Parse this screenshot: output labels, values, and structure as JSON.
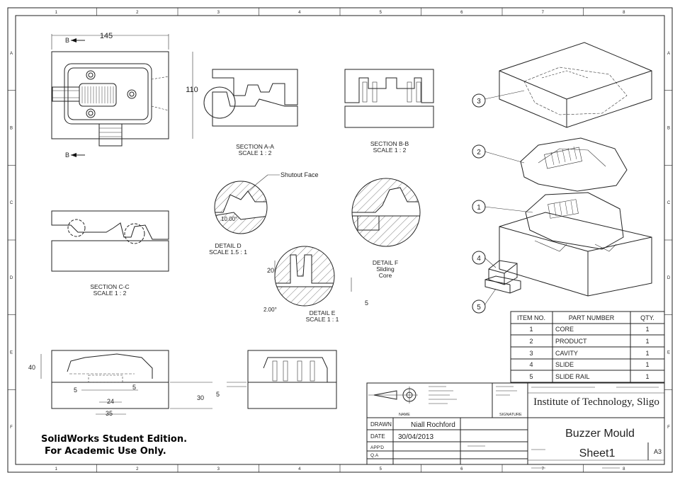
{
  "border": {
    "columns": [
      "1",
      "2",
      "3",
      "4",
      "5",
      "6",
      "7",
      "8"
    ],
    "rows": [
      "A",
      "B",
      "C",
      "D",
      "E",
      "F"
    ]
  },
  "views": {
    "top_dims": {
      "width": "145",
      "height": "110"
    },
    "section_marker": "B",
    "section_aa": {
      "title": "SECTION A-A",
      "scale": "SCALE 1 : 2"
    },
    "section_bb": {
      "title": "SECTION B-B",
      "scale": "SCALE 1 : 2"
    },
    "section_cc": {
      "title": "SECTION C-C",
      "scale": "SCALE 1 : 2"
    },
    "detail_d": {
      "title": "DETAIL D",
      "scale": "SCALE 1.5 : 1",
      "callout": "Shutout Face",
      "angle": "10.00°"
    },
    "detail_e": {
      "title": "DETAIL E",
      "scale": "SCALE 1 : 1",
      "dim_height": "20",
      "dim_gap": "5",
      "angle": "2.00°"
    },
    "detail_f": {
      "title": "DETAIL F",
      "line2": "Sliding",
      "line3": "Core"
    },
    "front_dims": {
      "height": "40",
      "left": "5",
      "right": "5",
      "inner": "24",
      "base": "35",
      "depth": "30"
    },
    "side_dims": {
      "gap": "5"
    }
  },
  "balloons": [
    "3",
    "2",
    "1",
    "4",
    "5"
  ],
  "bom": {
    "headers": [
      "ITEM NO.",
      "PART NUMBER",
      "QTY."
    ],
    "rows": [
      [
        "1",
        "CORE",
        "1"
      ],
      [
        "2",
        "PRODUCT",
        "1"
      ],
      [
        "3",
        "CAVITY",
        "1"
      ],
      [
        "4",
        "SLIDE",
        "1"
      ],
      [
        "5",
        "SLIDE RAIL",
        "1"
      ]
    ]
  },
  "title_block": {
    "institute": "Institute of Technology, Sligo",
    "title": "Buzzer Mould",
    "sheet": "Sheet1",
    "size": "A3",
    "drawn_label": "DRAWN",
    "drawn_by": "Niall Rochford",
    "date_label": "DATE",
    "date": "30/04/2013",
    "appvd_label": "APP'D",
    "qa_label": "Q.A",
    "name_label": "NAME",
    "signature_label": "SIGNATURE"
  },
  "watermark": {
    "line1": "SolidWorks Student Edition.",
    "line2": "For Academic Use Only."
  }
}
